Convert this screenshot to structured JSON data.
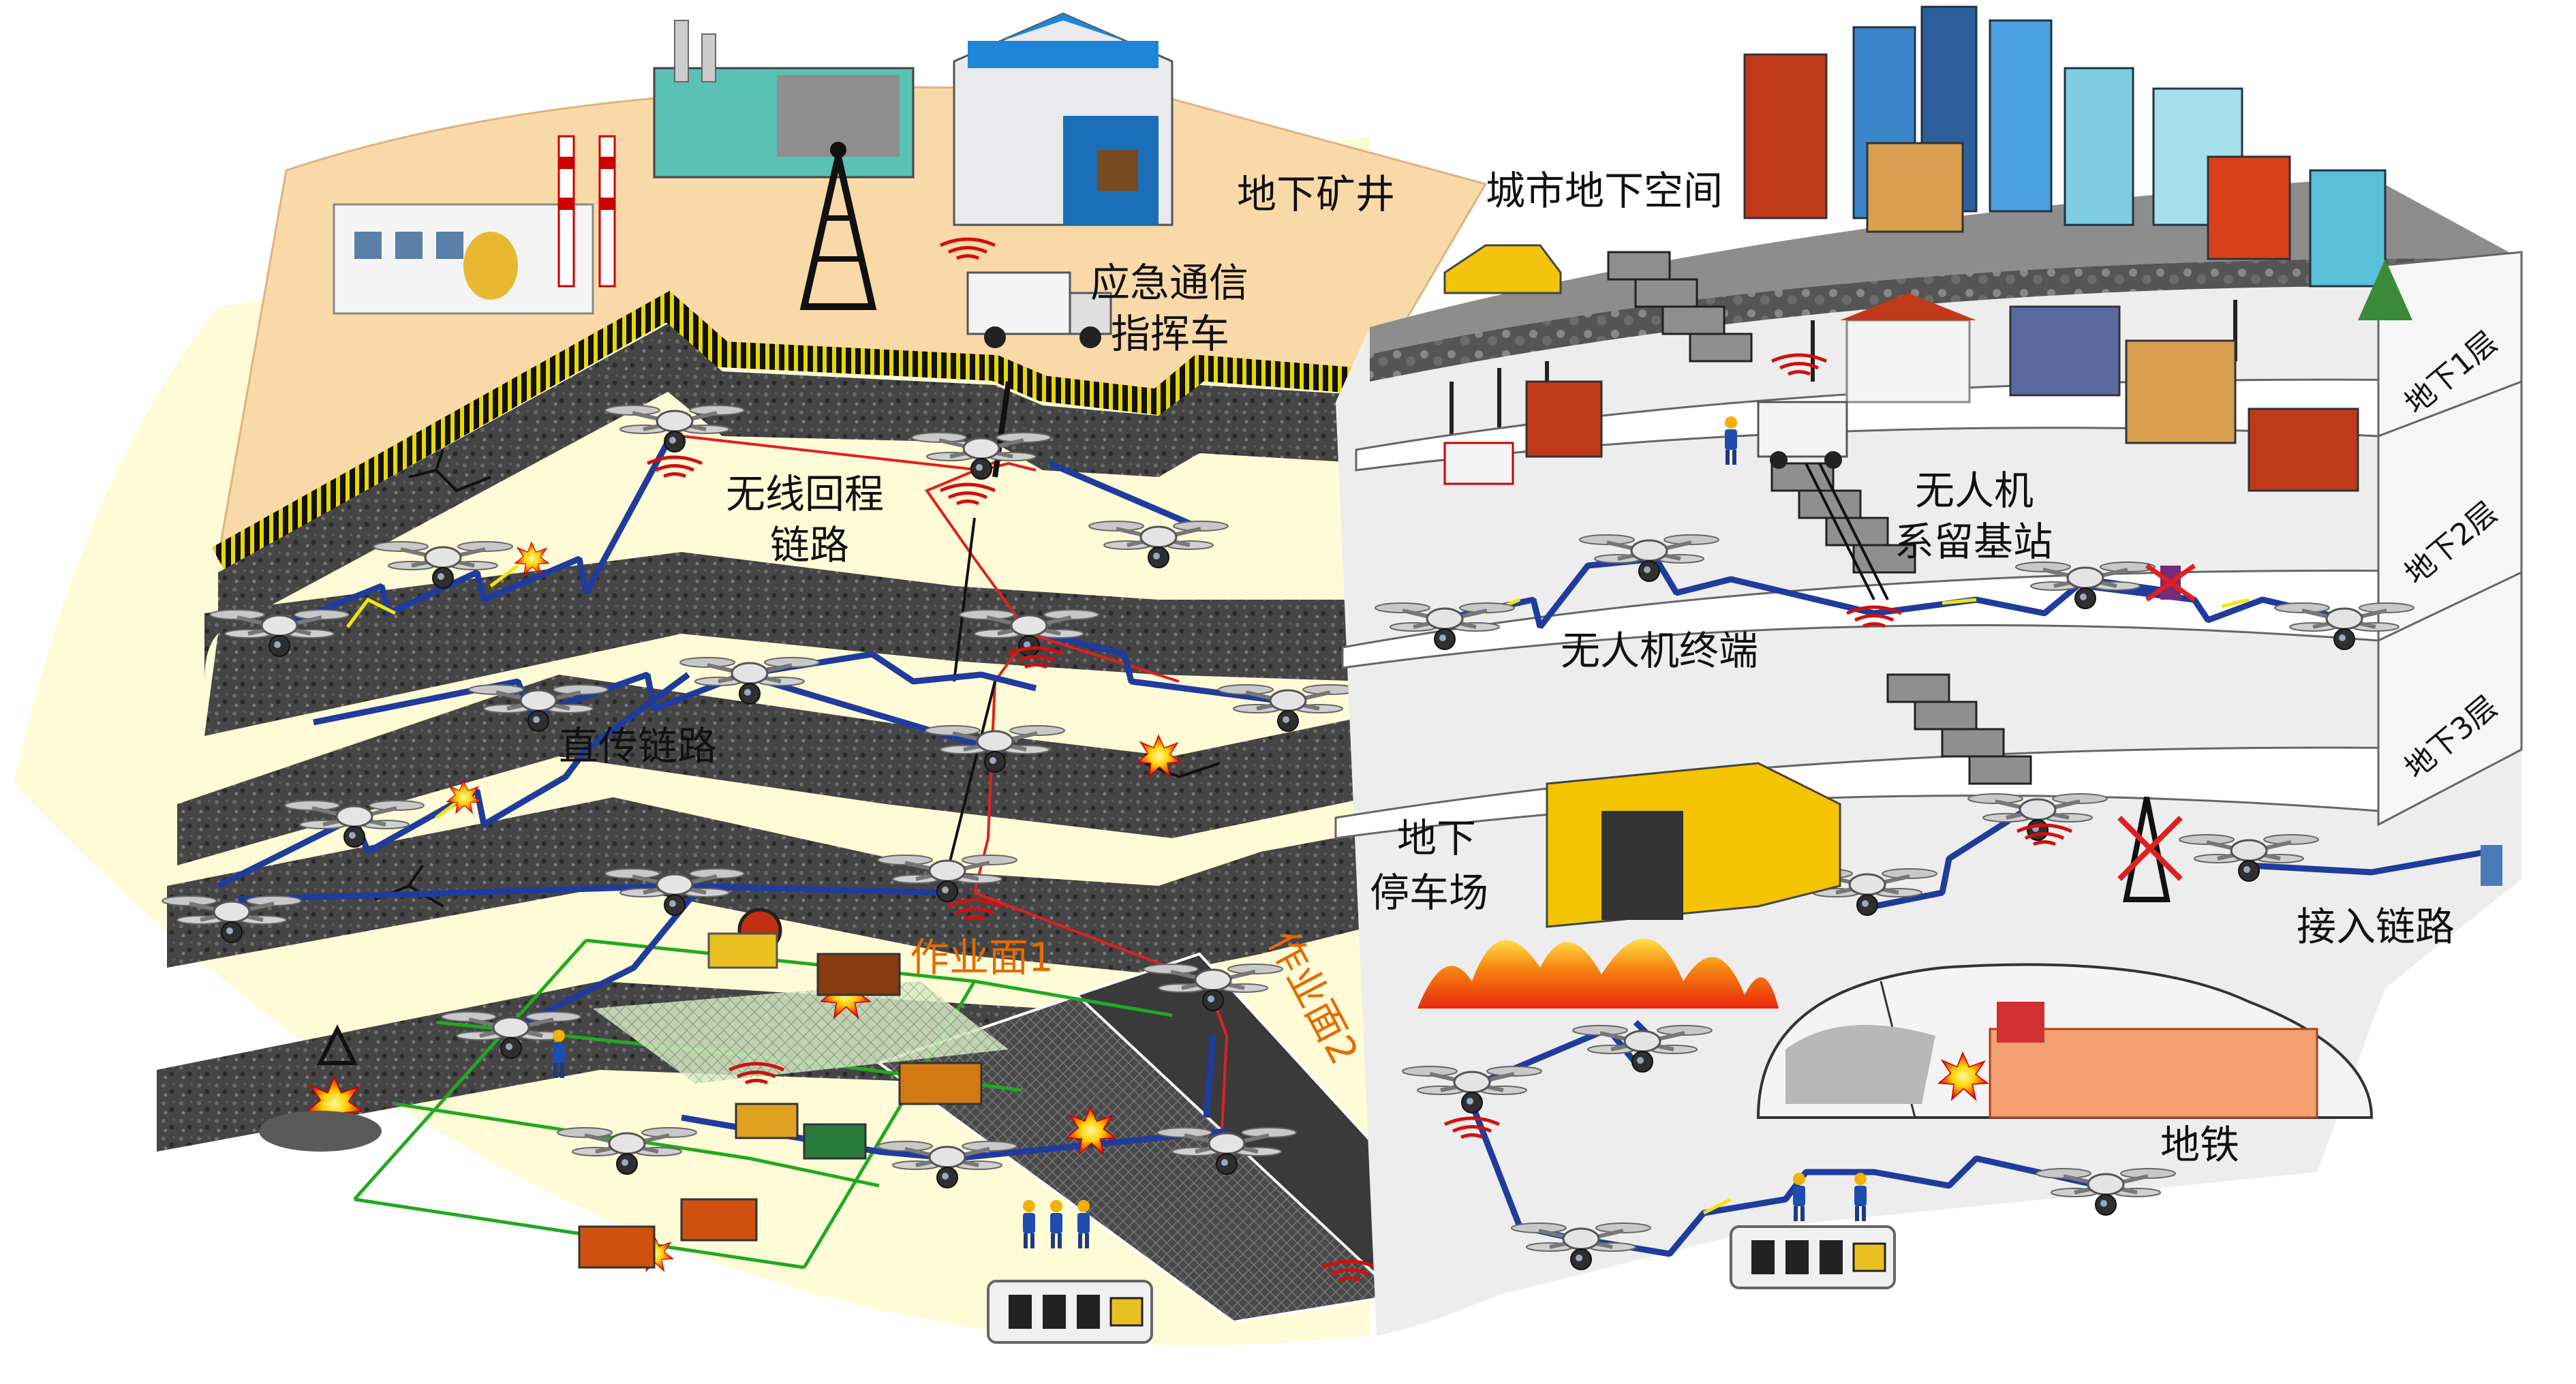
{
  "labels": {
    "underground_mine": "地下矿井",
    "urban_underground_space": "城市地下空间",
    "emergency_vehicle_line1": "应急通信",
    "emergency_vehicle_line2": "指挥车",
    "wireless_backhaul_line1": "无线回程",
    "wireless_backhaul_line2": "链路",
    "direct_link": "直传链路",
    "work_face_1": "作业面1",
    "work_face_2": "作业面2",
    "tethered_station_line1": "无人机",
    "tethered_station_line2": "系留基站",
    "uav_terminal": "无人机终端",
    "parking_line1": "地下",
    "parking_line2": "停车场",
    "access_link": "接入链路",
    "subway": "地铁",
    "floor_b1": "地下1层",
    "floor_b2": "地下2层",
    "floor_b3": "地下3层"
  },
  "colors": {
    "mine_ground": "#FAD9A8",
    "mine_tunnel_floor": "#FFFBD6",
    "rock_wall": "#3a3a3a",
    "city_floor": "#EDEDED",
    "wireless_link": "#1F3C9C",
    "link_glow": "#F5E600",
    "backhaul_link": "#E02020",
    "label_orange": "#E46A00",
    "work_face_grid": "#22A822",
    "fire": "#F25A0A"
  }
}
